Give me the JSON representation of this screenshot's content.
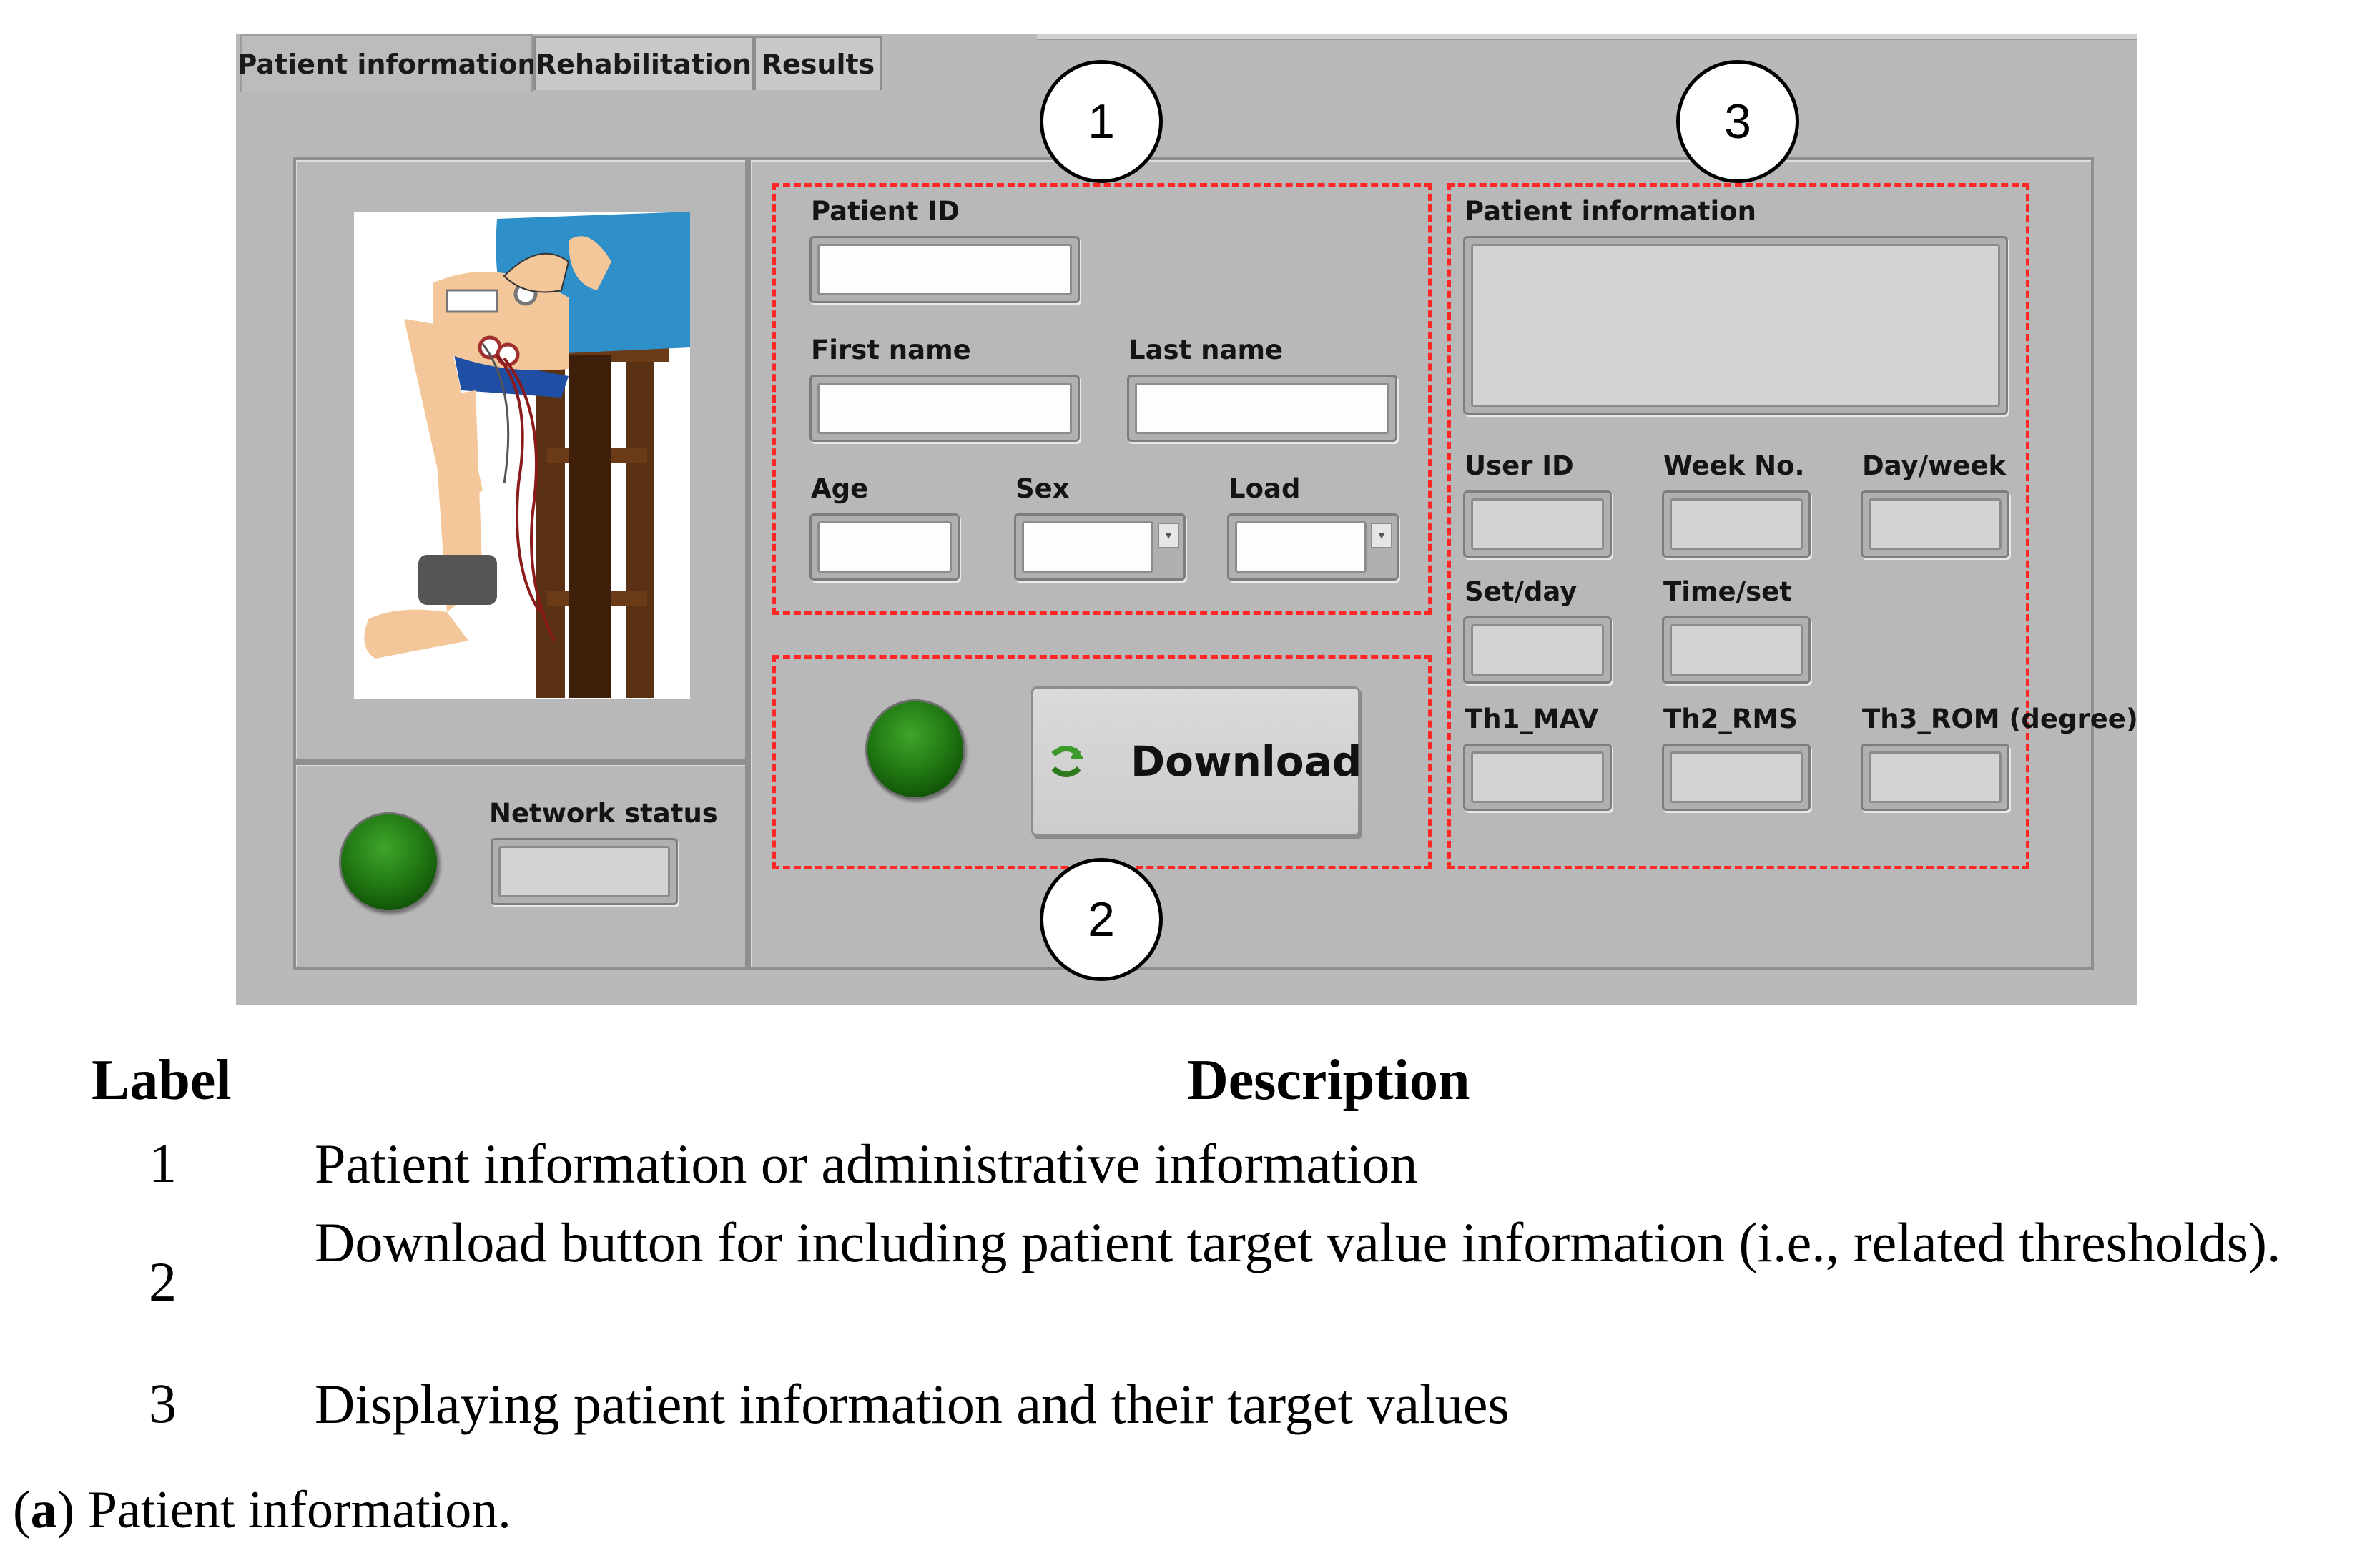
{
  "tabs": [
    {
      "label": "Patient information",
      "active": true
    },
    {
      "label": "Rehabilitation",
      "active": false
    },
    {
      "label": "Results",
      "active": false
    }
  ],
  "patient_form": {
    "patient_id_label": "Patient ID",
    "first_name_label": "First name",
    "last_name_label": "Last name",
    "age_label": "Age",
    "sex_label": "Sex",
    "load_label": "Load",
    "patient_id_value": "",
    "first_name_value": "",
    "last_name_value": "",
    "age_value": "",
    "sex_value": "",
    "load_value": ""
  },
  "network": {
    "status_label": "Network status",
    "status_value": "",
    "led_color": "#227a14"
  },
  "download": {
    "button_label": "Download",
    "led_color": "#227a14",
    "icon": "refresh-arrow-icon"
  },
  "display_panel": {
    "title": "Patient information",
    "info_text": "",
    "fields": [
      {
        "label": "User ID",
        "value": ""
      },
      {
        "label": "Week No.",
        "value": ""
      },
      {
        "label": "Day/week",
        "value": ""
      },
      {
        "label": "Set/day",
        "value": ""
      },
      {
        "label": "Time/set",
        "value": ""
      },
      {
        "label": "Th1_MAV",
        "value": ""
      },
      {
        "label": "Th2_RMS",
        "value": ""
      },
      {
        "label": "Th3_ROM (degree)",
        "value": ""
      }
    ]
  },
  "callouts": [
    "1",
    "2",
    "3"
  ],
  "highlight_color": "#ff2626",
  "description_table": {
    "header_label": "Label",
    "header_description": "Description",
    "rows": [
      {
        "label": "1",
        "description": "Patient information or administrative information"
      },
      {
        "label": "2",
        "description": "Download button for including patient target value information (i.e., related thresholds)."
      },
      {
        "label": "3",
        "description": "Displaying patient information and their target values"
      }
    ]
  },
  "caption": {
    "letter": "a",
    "text": "Patient information."
  }
}
